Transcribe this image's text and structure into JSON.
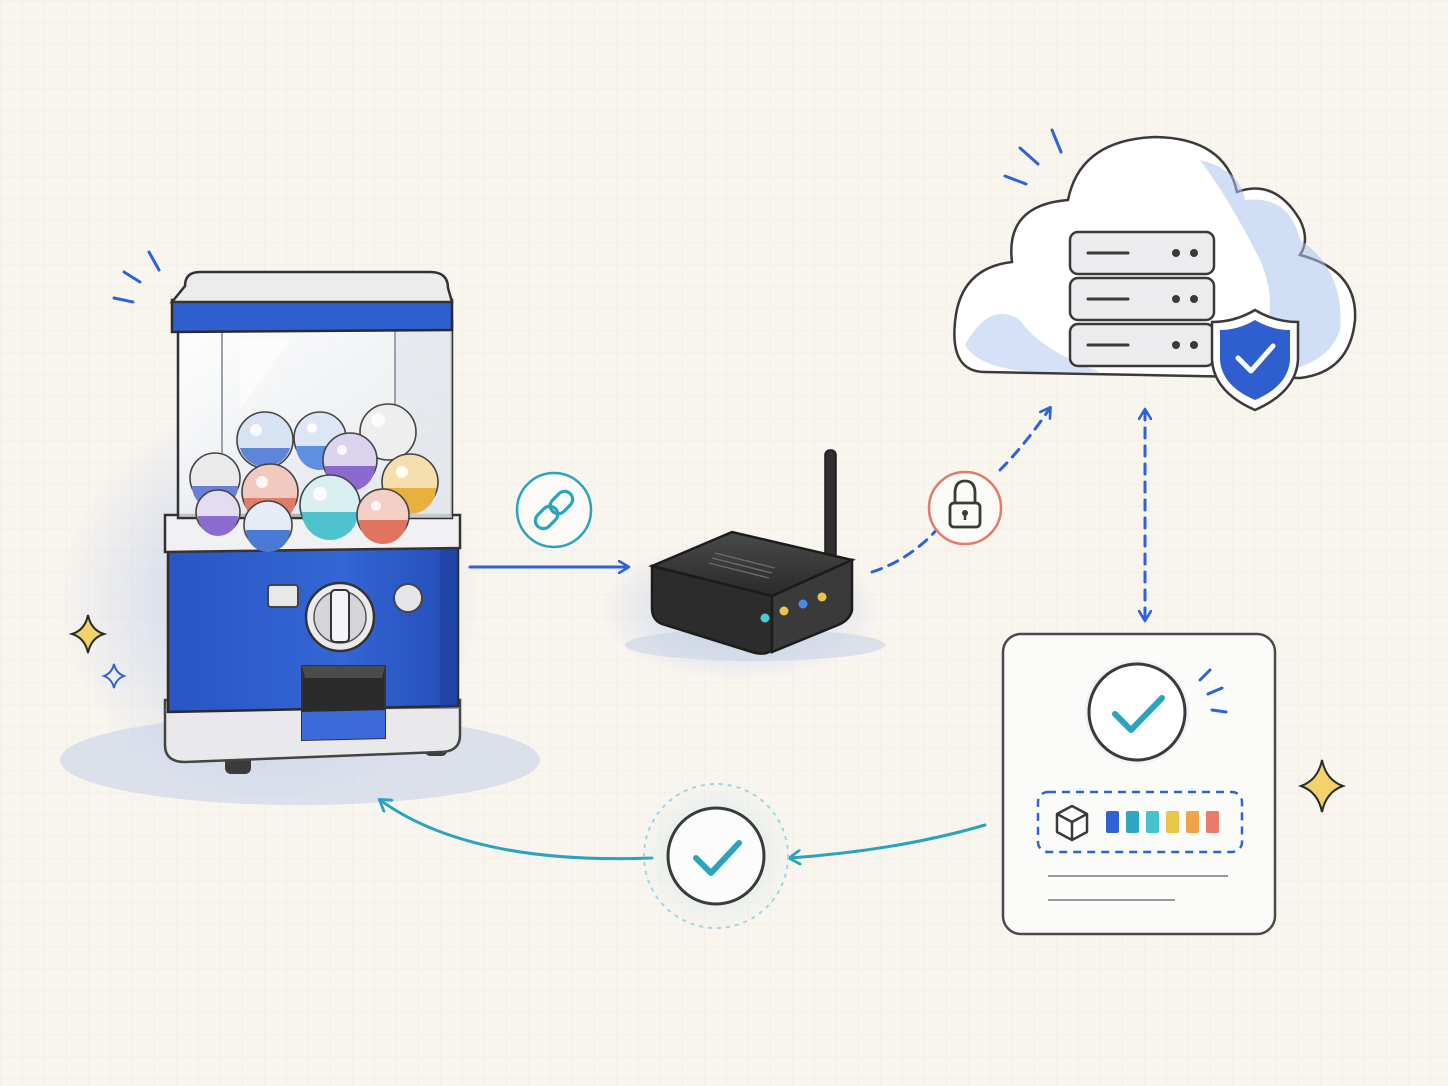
{
  "colors": {
    "background": "#f8f4ee",
    "paper_grid": "#ece6dc",
    "ink": "#3a3a3a",
    "machine_blue": "#2f5fcf",
    "machine_blue_dark": "#1f46a8",
    "wash_blue": "#9db7ea",
    "arrow_blue": "#2d63d8",
    "teal": "#2aa3bf",
    "lock_coral": "#e07c68",
    "sparkle_gold": "#f0c24a",
    "led_teal": "#4ec9d6",
    "led_yellow": "#e8c64a",
    "led_blue": "#4a8de8"
  },
  "nodes": {
    "gumball_machine": {
      "icon": "gumball-machine-icon"
    },
    "router": {
      "icon": "router-icon",
      "leds": [
        "#4ec9d6",
        "#e8c64a",
        "#4a8de8",
        "#e8c64a"
      ]
    },
    "cloud_server": {
      "icon": "cloud-server-icon",
      "badge": "shield-check-icon"
    },
    "confirmation_card": {
      "icon": "check-circle-icon",
      "token_icon": "cube-icon",
      "progress_segments": [
        "#2e62d6",
        "#2fa7c4",
        "#45c4cf",
        "#e8c64a",
        "#f0a24a",
        "#e87b6a"
      ]
    },
    "return_badge": {
      "icon": "check-circle-icon"
    }
  },
  "connectors": [
    {
      "from": "gumball_machine",
      "to": "router",
      "style": "solid",
      "icon": "link-icon"
    },
    {
      "from": "router",
      "to": "cloud_server",
      "style": "dashed",
      "icon": "lock-icon"
    },
    {
      "from": "cloud_server",
      "to": "confirmation_card",
      "style": "dashed-bidirectional"
    },
    {
      "from": "confirmation_card",
      "to": "gumball_machine",
      "style": "solid-curve",
      "icon": "check-circle-icon"
    }
  ]
}
